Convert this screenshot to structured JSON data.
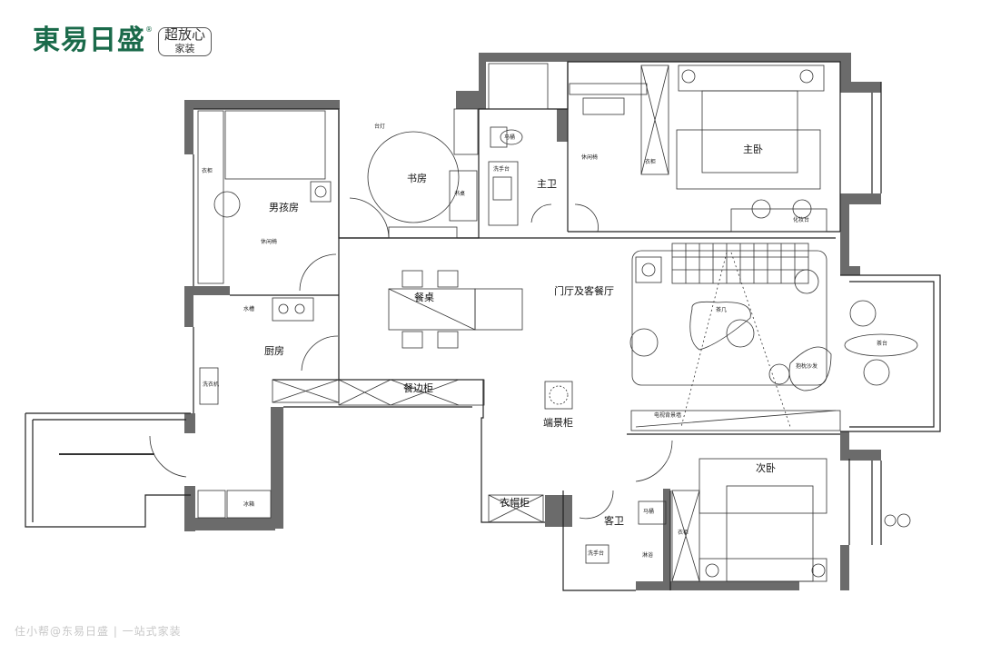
{
  "logo": {
    "main": "東易日盛",
    "registered": "®",
    "sub_line1": "超放心",
    "sub_line2": "家装"
  },
  "rooms": {
    "boys_room": "男孩房",
    "study": "书房",
    "master_bath": "主卫",
    "master_bedroom": "主卧",
    "foyer_living_dining": "门厅及客餐厅",
    "dining_table": "餐桌",
    "kitchen": "厨房",
    "sideboard": "餐边柜",
    "entry_cabinet": "端景柜",
    "wardrobe_cabinet": "衣帽柜",
    "guest_bath": "客卫",
    "second_bedroom": "次卧"
  },
  "furniture": {
    "wardrobe": "衣柜",
    "desk": "书桌",
    "lounge_chair": "休闲椅",
    "toilet": "马桶",
    "shower": "淋浴",
    "washbasin": "洗手台",
    "coffee_table": "茶几",
    "tv_wall": "电视背景墙",
    "makeup": "化妆台",
    "fridge": "冰箱",
    "washer": "洗衣机",
    "sink": "水槽",
    "desk_lamp": "台灯",
    "leisure_chair": "休闲椅",
    "pillow_sofa": "抱枕沙发",
    "tea_table": "茶台",
    "laundry": "洗衣机"
  },
  "watermark": "住小帮@东易日盛 | 一站式家装",
  "colors": {
    "wall": "#6b6b6b",
    "line": "#222222",
    "brand": "#1a6a4a"
  }
}
